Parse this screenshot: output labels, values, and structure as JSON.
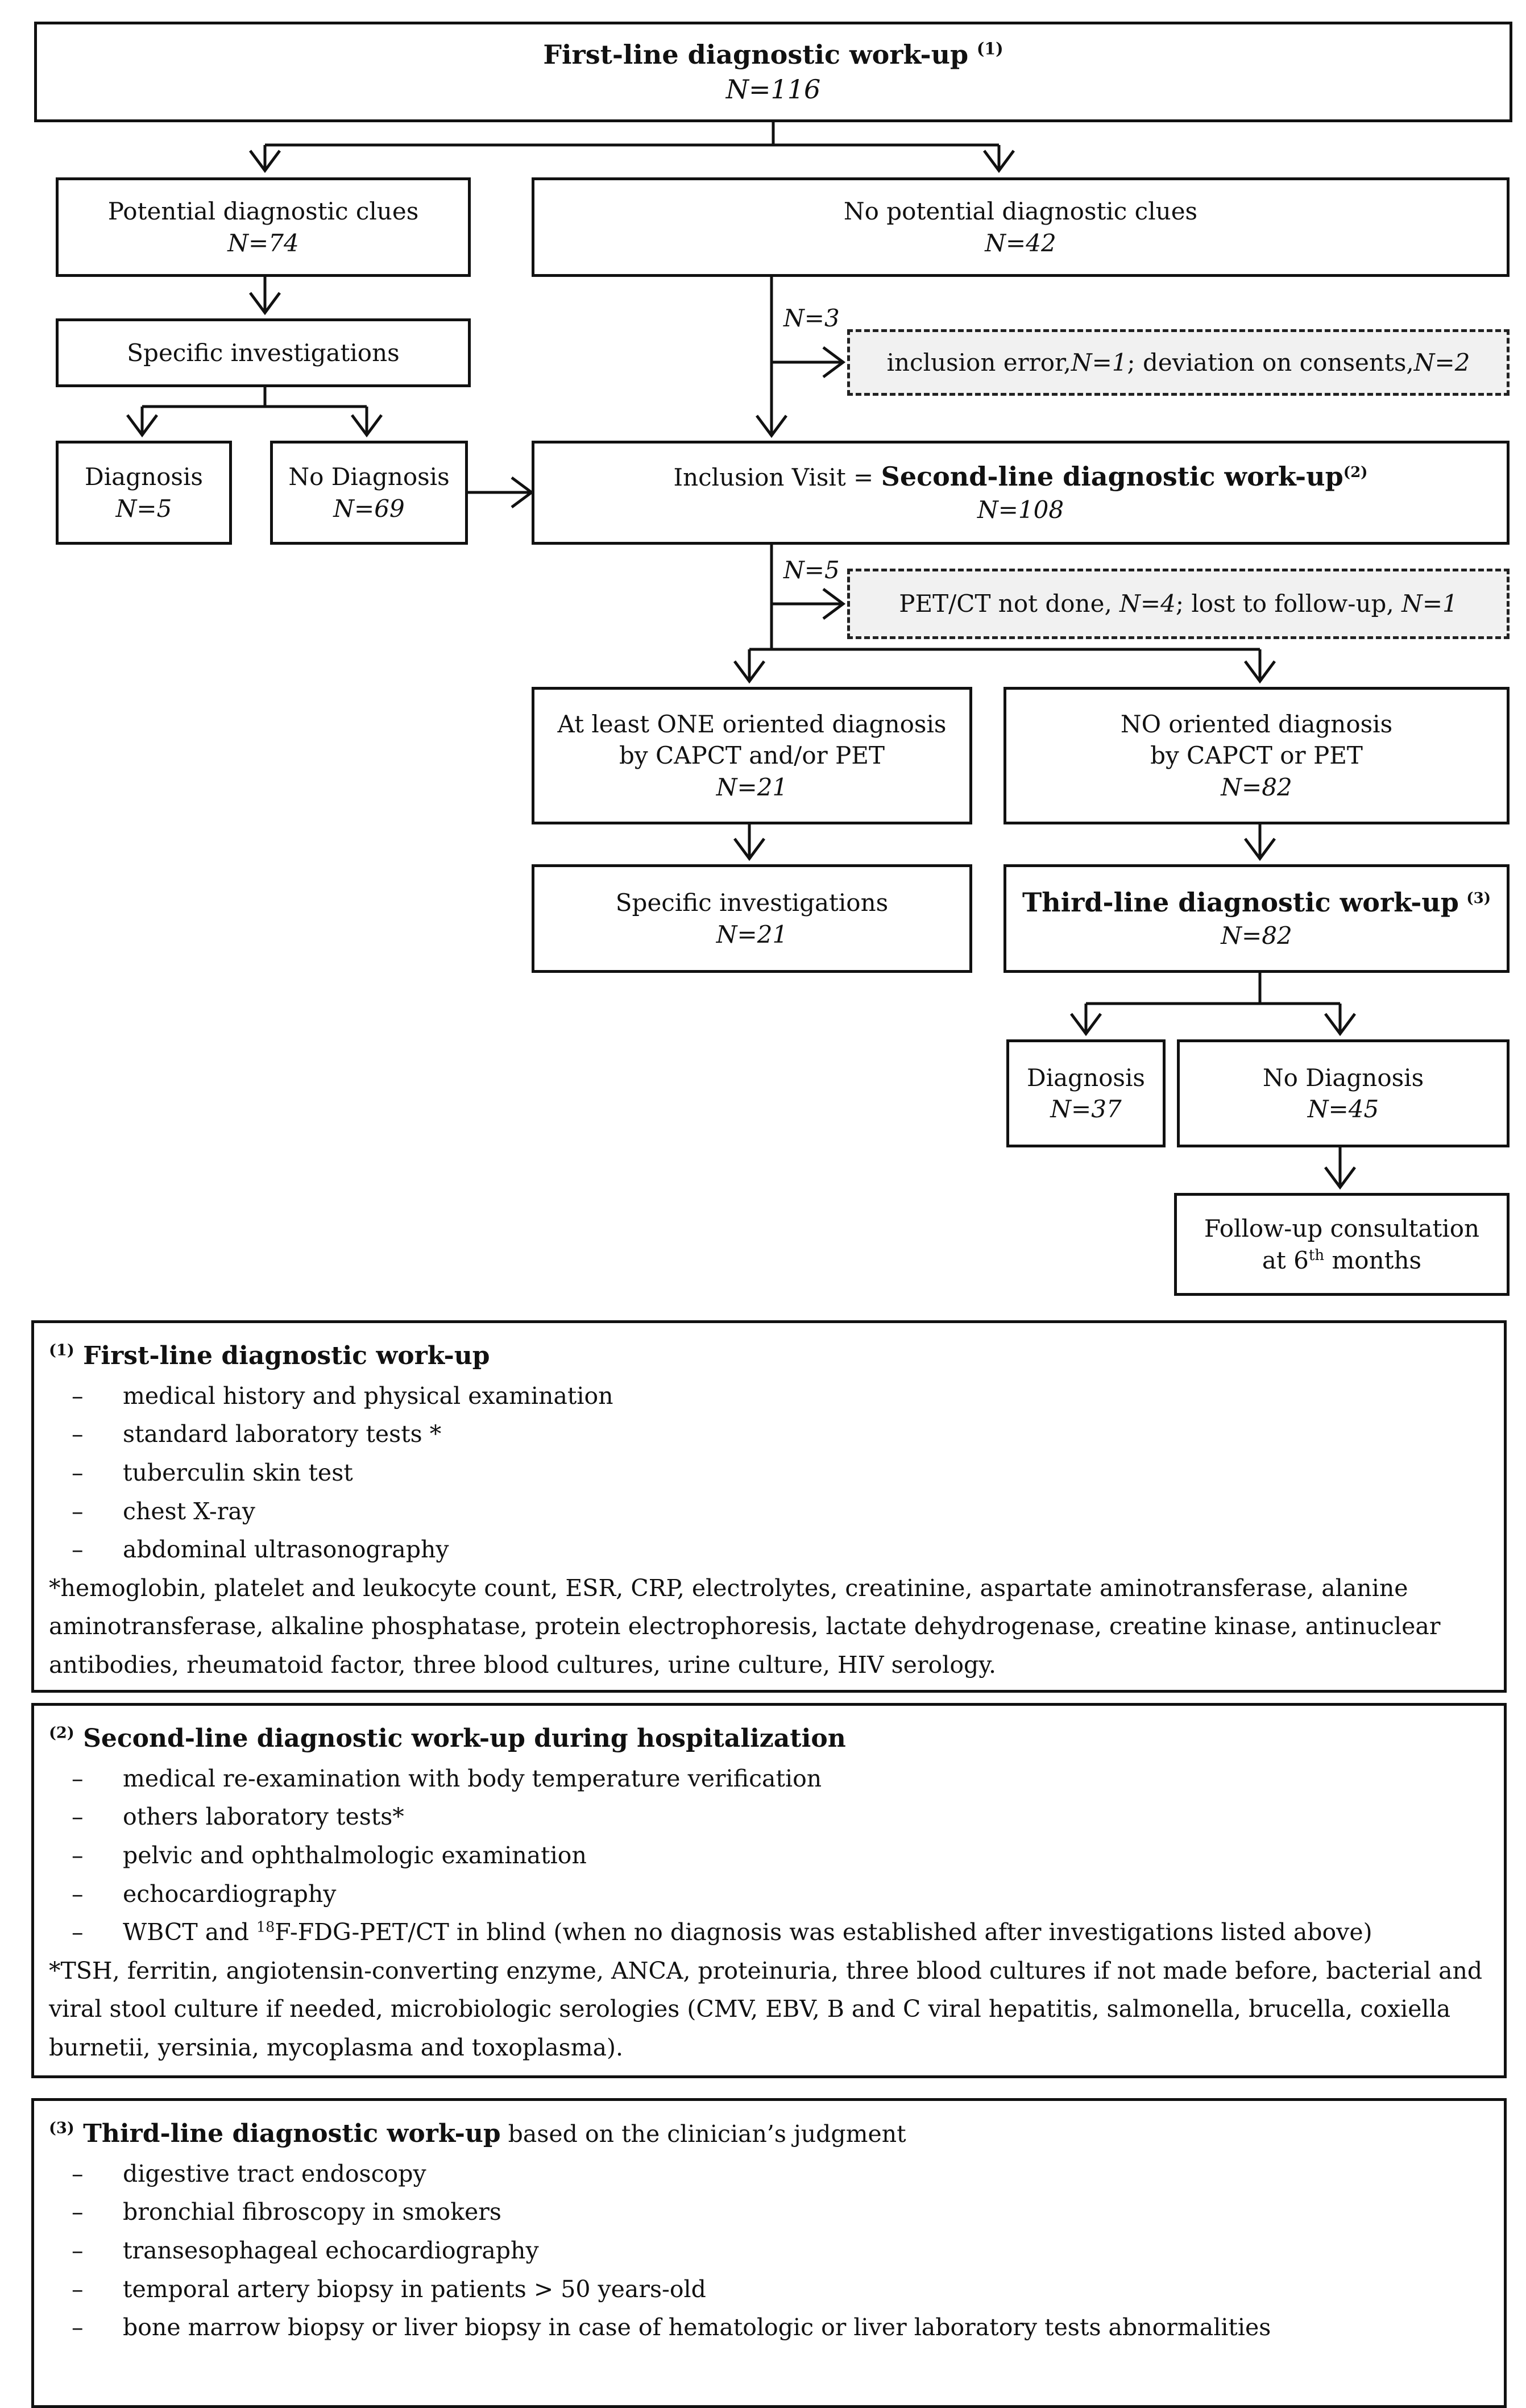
{
  "boxes": {
    "first_line": {
      "title": "First-line diagnostic work-up",
      "sup": "(1)",
      "n": "N=116"
    },
    "clues": {
      "label": "Potential diagnostic clues",
      "n": "N=74"
    },
    "no_clues": {
      "label": "No potential diagnostic clues",
      "n": "N=42"
    },
    "specific1": {
      "label": "Specific investigations"
    },
    "diag1": {
      "label": "Diagnosis",
      "n": "N=5"
    },
    "nodiag1": {
      "label": "No Diagnosis",
      "n": "N=69"
    },
    "excl1": {
      "part1": "inclusion error,",
      "n1": "N=1",
      "part2": "; deviation on consents,",
      "n2": "N=2"
    },
    "inclusion": {
      "pre": "Inclusion Visit = ",
      "title": "Second-line diagnostic work-up",
      "sup": "(2)",
      "n": "N=108"
    },
    "excl2": {
      "part1": "PET/CT not done, ",
      "n1": "N=4",
      "part2": "; lost to follow-up, ",
      "n2": "N=1"
    },
    "oriented": {
      "line1": "At least ONE oriented diagnosis",
      "line2": "by CAPCT and/or PET",
      "n": "N=21"
    },
    "no_oriented": {
      "line1": "NO oriented diagnosis",
      "line2": "by CAPCT or PET",
      "n": "N=82"
    },
    "specific2": {
      "label": "Specific investigations",
      "n": "N=21"
    },
    "third_line": {
      "title": "Third-line diagnostic work-up",
      "sup": "(3)",
      "n": "N=82"
    },
    "diag3": {
      "label": "Diagnosis",
      "n": "N=37"
    },
    "nodiag3": {
      "label": "No Diagnosis",
      "n": "N=45"
    },
    "followup": {
      "line1": "Follow-up consultation",
      "line2_pre": "at 6",
      "line2_sup": "th",
      "line2_post": " months"
    }
  },
  "flow_labels": {
    "n3": "N=3",
    "n5": "N=5"
  },
  "notes": {
    "first": {
      "sup": "(1)",
      "title": "First-line diagnostic work-up",
      "items": [
        "medical history and physical examination",
        "standard laboratory tests *",
        "tuberculin skin test",
        "chest X-ray",
        "abdominal ultrasonography"
      ],
      "footnote": "*hemoglobin, platelet and leukocyte count, ESR, CRP, electrolytes, creatinine, aspartate aminotransferase, alanine aminotransferase, alkaline phosphatase, protein electrophoresis, lactate dehydrogenase, creatine kinase, antinuclear antibodies, rheumatoid factor, three blood cultures, urine culture, HIV serology."
    },
    "second": {
      "sup": "(2)",
      "title": "Second-line diagnostic work-up during hospitalization",
      "items": [
        "medical re-examination with body temperature verification",
        "others laboratory tests*",
        "pelvic and ophthalmologic examination",
        "echocardiography"
      ],
      "item5_pre": "WBCT and ",
      "item5_sup": "18",
      "item5_post": "F-FDG-PET/CT in blind (when no diagnosis was established after investigations listed above)",
      "footnote": "*TSH, ferritin, angiotensin-converting enzyme, ANCA, proteinuria, three blood cultures if not made before, bacterial and viral stool culture if needed, microbiologic serologies (CMV, EBV, B and C viral hepatitis, salmonella, brucella, coxiella burnetii, yersinia, mycoplasma and toxoplasma)."
    },
    "third": {
      "sup": "(3)",
      "title": "Third-line diagnostic work-up",
      "title_rest": " based on the clinician’s judgment",
      "items": [
        "digestive tract endoscopy",
        "bronchial fibroscopy in smokers",
        "transesophageal echocardiography",
        "temporal artery biopsy in patients > 50 years-old",
        "bone marrow biopsy or liver biopsy in case of hematologic or liver laboratory tests abnormalities"
      ]
    }
  }
}
